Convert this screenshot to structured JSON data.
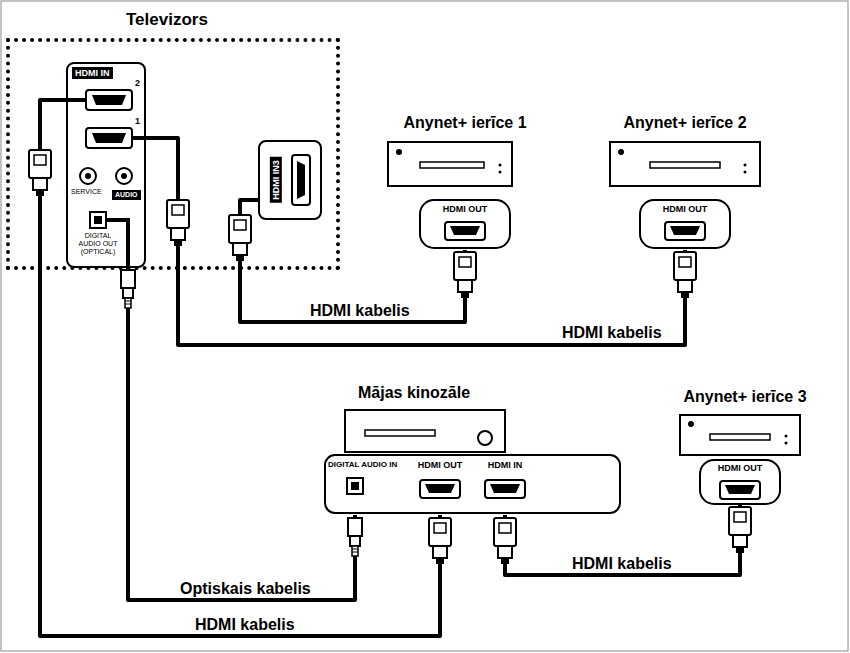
{
  "diagram": {
    "nodes": [
      {
        "text": [
          "Televizors"
        ]
      },
      {
        "text": [
          "HDMI IN",
          "2",
          "1",
          "SERVICE",
          "AUDIO",
          "DIGITAL AUDIO OUT (OPTICAL)"
        ],
        "in": 0
      },
      {
        "text": [
          "HDMI IN3"
        ],
        "in": 0
      },
      {
        "text": [
          "Anynet+ ierīce 1",
          "HDMI OUT"
        ]
      },
      {
        "text": [
          "Anynet+ ierīce 2",
          "HDMI OUT"
        ]
      },
      {
        "text": [
          "Mājas kinozāle",
          "DIGITAL AUDIO IN",
          "HDMI OUT",
          "HDMI IN"
        ]
      },
      {
        "text": [
          "Anynet+ ierīce 3",
          "HDMI OUT"
        ]
      }
    ],
    "edges": [
      {
        "from": 3,
        "to": 2,
        "label": "HDMI kabelis",
        "arrow": "none"
      },
      {
        "from": 4,
        "to": 1,
        "label": "HDMI kabelis",
        "arrow": "none"
      },
      {
        "from": 1,
        "to": 5,
        "label": "Optiskais kabelis",
        "arrow": "none"
      },
      {
        "from": 6,
        "to": 5,
        "label": "HDMI kabelis",
        "arrow": "none"
      },
      {
        "from": 5,
        "to": 1,
        "label": "HDMI kabelis",
        "arrow": "none"
      }
    ]
  }
}
